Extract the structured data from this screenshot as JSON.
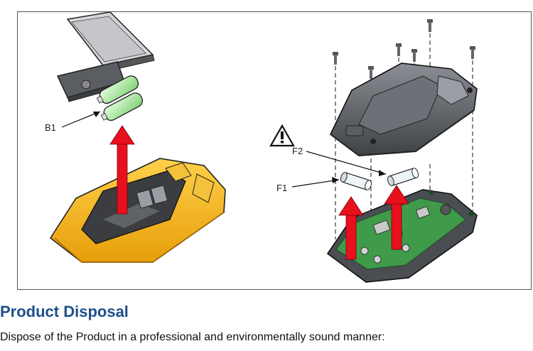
{
  "figure": {
    "labels": {
      "b1": "B1",
      "f1": "F1",
      "f2": "F2"
    }
  },
  "section": {
    "heading": "Product Disposal",
    "body": "Dispose of the Product in a professional and environmentally sound manner:"
  },
  "colors": {
    "heading": "#1f4f8a",
    "arrow": "#e8101c",
    "case_yellow": "#f6b21a",
    "pcb_green": "#3f9a4a",
    "battery_green": "#a6e39a",
    "cover_gray": "#4a4d52"
  }
}
